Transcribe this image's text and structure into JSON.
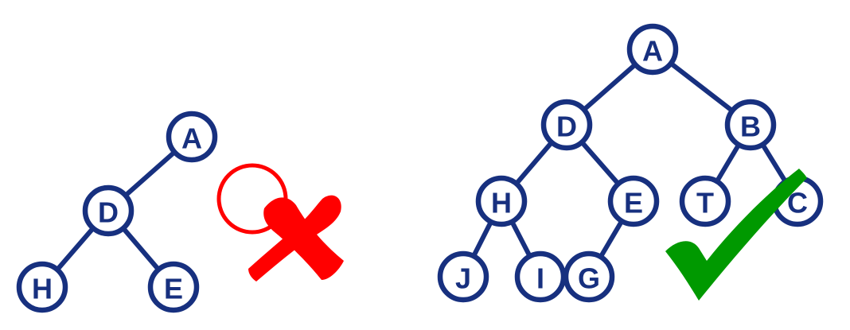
{
  "colors": {
    "node_stroke": "#17307f",
    "node_text": "#17307f",
    "cross_mark": "#ff0000",
    "check_mark": "#009900"
  },
  "left_tree": {
    "nodes": {
      "a": "A",
      "d": "D",
      "h": "H",
      "e": "E"
    },
    "mark_icon": "red-cross-mark-icon"
  },
  "right_tree": {
    "nodes": {
      "a": "A",
      "d": "D",
      "b": "B",
      "h": "H",
      "e": "E",
      "t": "T",
      "c": "C",
      "j": "J",
      "i": "I",
      "g": "G"
    },
    "mark_icon": "green-check-mark-icon"
  }
}
